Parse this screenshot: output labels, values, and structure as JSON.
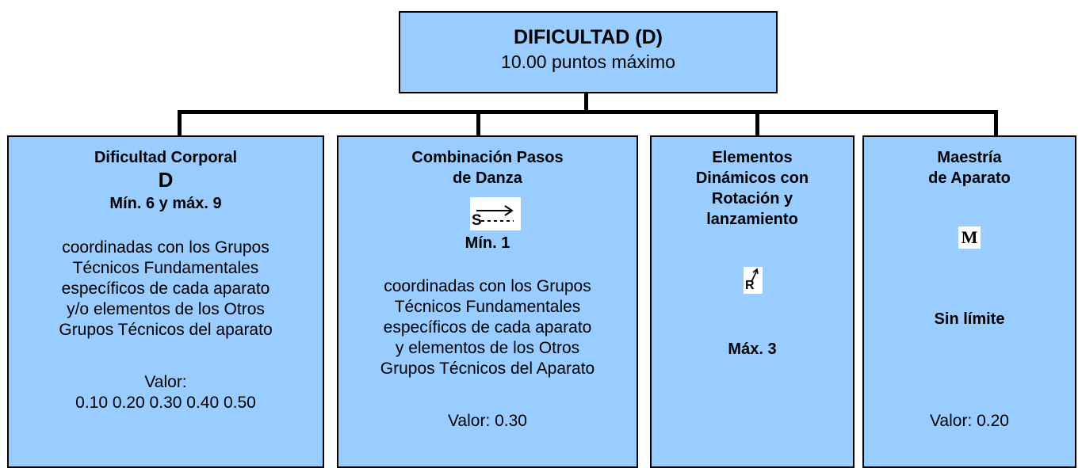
{
  "top": {
    "title": "DIFICULTAD (D)",
    "subtitle": "10.00 puntos máximo"
  },
  "boxes": [
    {
      "heading": "Dificultad Corporal",
      "symbol": "D",
      "limit": "Mín. 6 y máx. 9",
      "desc": [
        "coordinadas con los Grupos",
        "Técnicos Fundamentales",
        "específicos de cada aparato",
        "y/o elementos de los Otros",
        "Grupos Técnicos del aparato"
      ],
      "value_label": "Valor:",
      "value": "0.10 0.20 0.30 0.40 0.50"
    },
    {
      "heading": [
        "Combinación Pasos",
        "de Danza"
      ],
      "symbol": "S",
      "limit": "Mín. 1",
      "desc": [
        "coordinadas con los Grupos",
        "Técnicos Fundamentales",
        "específicos de cada aparato",
        "y elementos de los Otros",
        "Grupos Técnicos del Aparato"
      ],
      "value": "Valor: 0.30"
    },
    {
      "heading": [
        "Elementos",
        "Dinámicos con",
        "Rotación y",
        "lanzamiento"
      ],
      "symbol": "R",
      "limit": "Máx. 3"
    },
    {
      "heading": [
        "Maestría",
        "de Aparato"
      ],
      "symbol": "M",
      "limit": "Sin límite",
      "value": "Valor: 0.20"
    }
  ]
}
